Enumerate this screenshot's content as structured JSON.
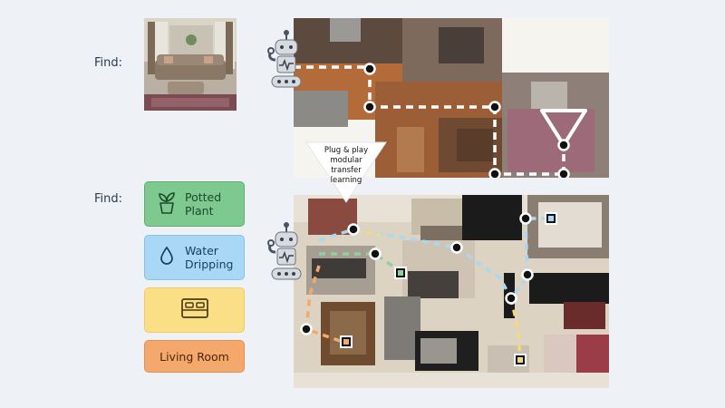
{
  "labels": {
    "find_top": "Find:",
    "find_bottom": "Find:"
  },
  "bubble": {
    "text_lines": [
      "Plug & play",
      "modular",
      "transfer",
      "learning"
    ]
  },
  "cards": [
    {
      "label_line1": "Potted",
      "label_line2": "Plant",
      "icon": "potted-plant-icon",
      "bg": "#7ec98f",
      "border": "#5eae72",
      "color": "#1d4a2a"
    },
    {
      "label_line1": "Water",
      "label_line2": "Dripping",
      "icon": "water-drop-icon",
      "bg": "#a8d8f5",
      "border": "#86c2e8",
      "color": "#173f5c"
    },
    {
      "label_line1": "",
      "label_line2": "",
      "icon": "bed-icon",
      "bg": "#fbdf87",
      "border": "#f0cc63",
      "color": "#4a3a10"
    },
    {
      "label_line1": "Living Room",
      "label_line2": "",
      "icon": "",
      "bg": "#f5a86b",
      "border": "#e48f4f",
      "color": "#4a2510"
    }
  ],
  "colors": {
    "path_white": "#ffffff",
    "path_blue": "#a9d8f2",
    "path_green": "#8fd19e",
    "path_orange": "#f5a86b",
    "path_yellow": "#f5d97a"
  }
}
